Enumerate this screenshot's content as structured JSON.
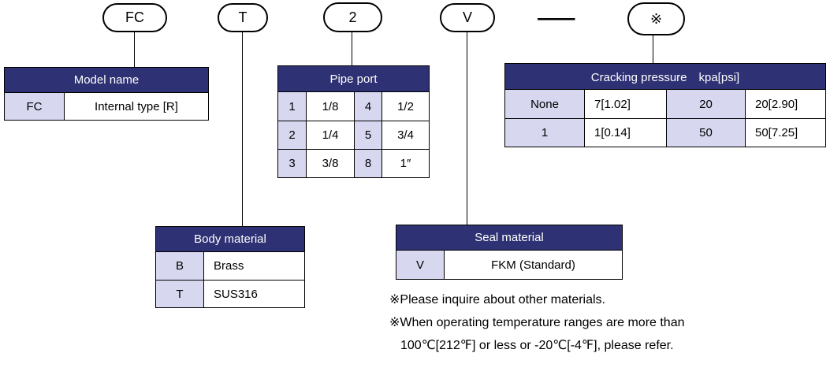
{
  "code_pills": [
    {
      "label": "FC"
    },
    {
      "label": "T"
    },
    {
      "label": "2"
    },
    {
      "label": "V"
    },
    {
      "label": "※"
    }
  ],
  "separator": "—",
  "tables": {
    "model_name": {
      "title": "Model name",
      "rows": [
        {
          "code": "FC",
          "value": "Internal type [R]"
        }
      ]
    },
    "pipe_port": {
      "title": "Pipe port",
      "rows": [
        {
          "code1": "1",
          "value1": "1/8",
          "code2": "4",
          "value2": "1/2"
        },
        {
          "code1": "2",
          "value1": "1/4",
          "code2": "5",
          "value2": "3/4"
        },
        {
          "code1": "3",
          "value1": "3/8",
          "code2": "8",
          "value2": "1″"
        }
      ]
    },
    "cracking_pressure": {
      "title": "Cracking pressure　kpa[psi]",
      "rows": [
        {
          "code1": "None",
          "value1": "7[1.02]",
          "code2": "20",
          "value2": "20[2.90]"
        },
        {
          "code1": "1",
          "value1": "1[0.14]",
          "code2": "50",
          "value2": "50[7.25]"
        }
      ]
    },
    "body_material": {
      "title": "Body material",
      "rows": [
        {
          "code": "B",
          "value": "Brass"
        },
        {
          "code": "T",
          "value": "SUS316"
        }
      ]
    },
    "seal_material": {
      "title": "Seal material",
      "rows": [
        {
          "code": "V",
          "value": "FKM (Standard)"
        }
      ]
    }
  },
  "notes": [
    "※Please inquire about other materials.",
    "※When operating temperature ranges are more than",
    "100℃[212℉] or less or -20℃[-4℉], please refer."
  ],
  "colors": {
    "header_bg": "#2e3173",
    "code_bg": "#d7d7f0",
    "border": "#000000"
  }
}
